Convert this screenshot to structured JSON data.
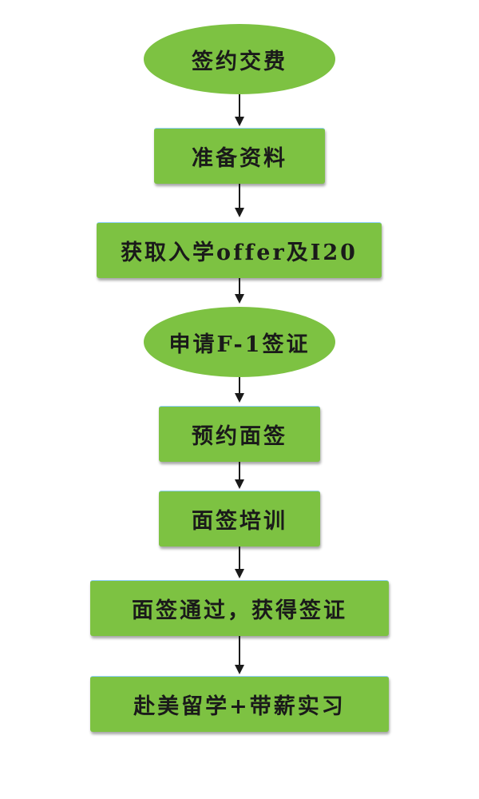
{
  "flowchart": {
    "steps": [
      {
        "label": "签约交费",
        "shape": "ellipse"
      },
      {
        "label": "准备资料",
        "shape": "rect"
      },
      {
        "label": "获取入学offer及I20",
        "shape": "rect"
      },
      {
        "label": "申请F-1签证",
        "shape": "ellipse"
      },
      {
        "label": "预约面签",
        "shape": "rect"
      },
      {
        "label": "面签培训",
        "shape": "rect"
      },
      {
        "label": "面签通过，获得签证",
        "shape": "rect"
      },
      {
        "label": "赴美留学+带薪实习",
        "shape": "rect"
      }
    ],
    "colors": {
      "node_fill": "#7dc242",
      "text": "#1a1a1a",
      "arrow": "#1a1a1a"
    }
  }
}
